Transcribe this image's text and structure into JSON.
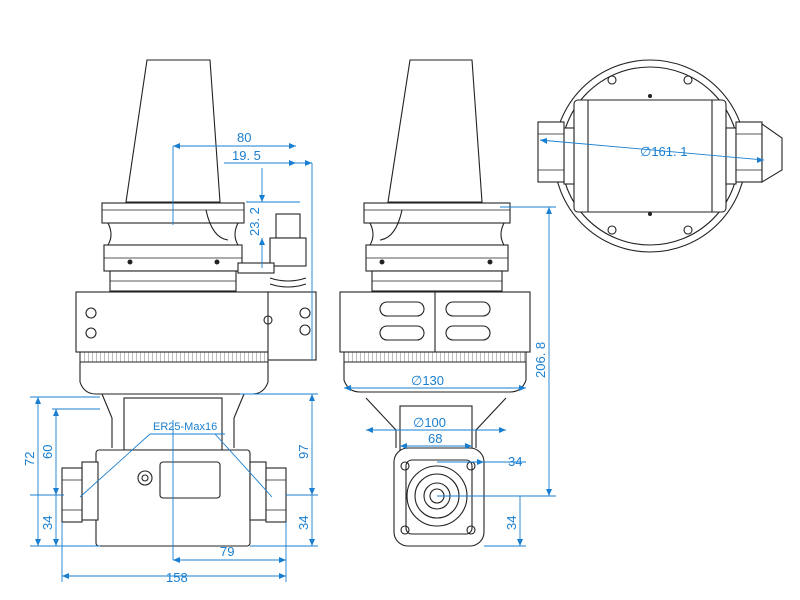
{
  "colors": {
    "dimension": "#1a7fd0",
    "outline": "#222222",
    "background": "#ffffff"
  },
  "dimensions": {
    "d80": "80",
    "d19_5": "19. 5",
    "d23_2": "23. 2",
    "d72": "72",
    "d60": "60",
    "d34_left": "34",
    "d34_right_front": "34",
    "d97": "97",
    "d79": "79",
    "d158": "158",
    "d_phi130": "∅130",
    "d_phi100": "∅100",
    "d68": "68",
    "d34_side_h": "34",
    "d34_side_v": "34",
    "d206_8": "206. 8",
    "d_phi161_1": "∅161. 1"
  },
  "notes": {
    "collet": "ER25-Max16"
  }
}
